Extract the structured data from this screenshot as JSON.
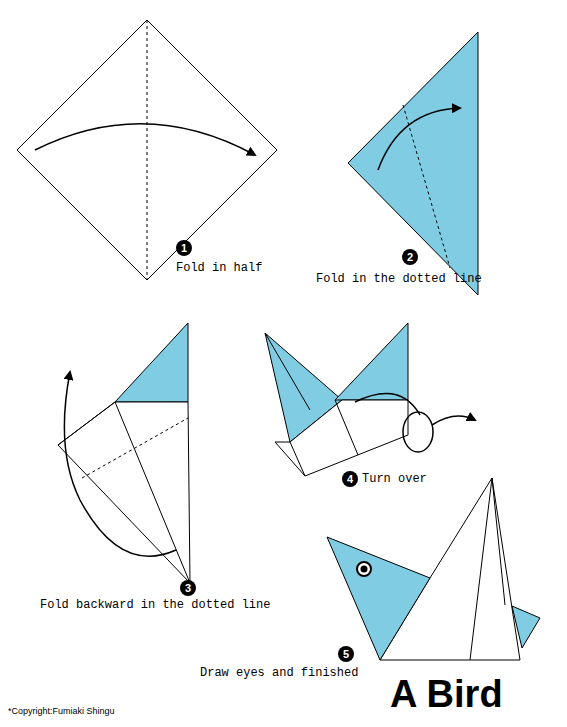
{
  "diagram": {
    "title": "A Bird",
    "labels": [
      "1",
      "Fold in half",
      "2",
      "Fold in the dotted line",
      "3",
      "Fold backward in the dotted line",
      "4",
      "Turn over",
      "5",
      "Draw eyes and finished",
      "*Copyright:Fumiaki Shingu"
    ]
  }
}
